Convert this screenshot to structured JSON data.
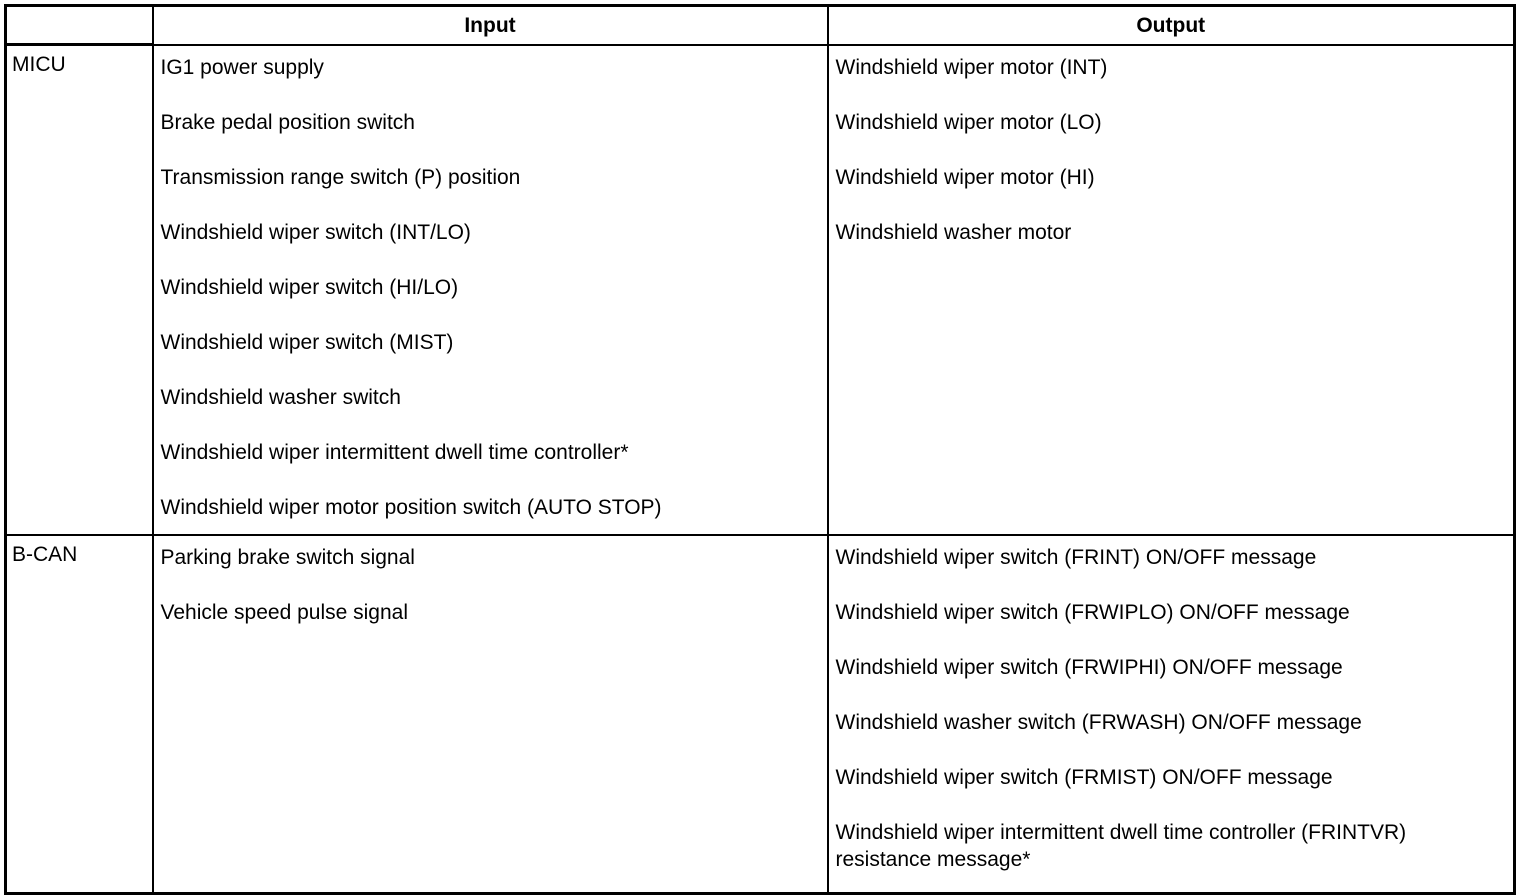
{
  "table": {
    "headers": {
      "module": "",
      "input": "Input",
      "output": "Output"
    },
    "rows": [
      {
        "module": "MICU",
        "inputs": [
          "IG1 power supply",
          "Brake pedal position switch",
          "Transmission range switch (P) position",
          "Windshield wiper switch (INT/LO)",
          "Windshield wiper switch (HI/LO)",
          "Windshield wiper switch (MIST)",
          "Windshield washer switch",
          "Windshield wiper intermittent dwell time controller*",
          "Windshield wiper motor position switch (AUTO STOP)"
        ],
        "outputs": [
          "Windshield wiper motor (INT)",
          "Windshield wiper motor (LO)",
          "Windshield wiper motor (HI)",
          "Windshield washer motor"
        ]
      },
      {
        "module": "B-CAN",
        "inputs": [
          "Parking brake switch signal",
          "Vehicle speed pulse signal"
        ],
        "outputs": [
          "Windshield wiper switch (FRINT) ON/OFF message",
          "Windshield wiper switch (FRWIPLO) ON/OFF message",
          "Windshield wiper switch (FRWIPHI) ON/OFF message",
          "Windshield washer switch (FRWASH) ON/OFF message",
          "Windshield wiper switch (FRMIST) ON/OFF message",
          "Windshield wiper intermittent dwell time controller (FRINTVR) resistance message*"
        ]
      }
    ]
  },
  "colors": {
    "border": "#000000",
    "text": "#000000",
    "background": "#ffffff"
  }
}
